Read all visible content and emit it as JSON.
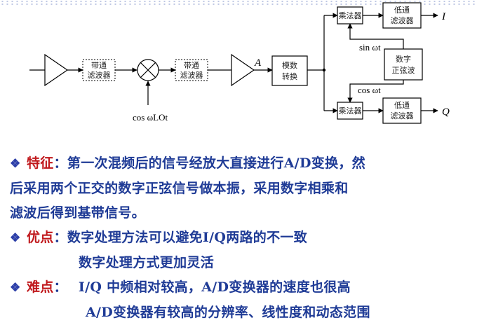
{
  "diagram": {
    "blocks": {
      "bpf1": [
        "带通",
        "滤波器"
      ],
      "bpf2": [
        "带通",
        "滤波器"
      ],
      "adc": [
        "模数",
        "转换"
      ],
      "mixer_top": "乘法器",
      "mixer_bottom": "乘法器",
      "lpf_top": [
        "低通",
        "滤波器"
      ],
      "lpf_bottom": [
        "低通",
        "滤波器"
      ],
      "nco": [
        "数字",
        "正弦波"
      ]
    },
    "labels": {
      "lo": "cos ωLOt",
      "point_a": "A",
      "sin": "sin ωt",
      "cos": "cos ωt",
      "out_i": "I",
      "out_q": "Q"
    }
  },
  "text": {
    "b1": {
      "key": "特征",
      "sep": "：",
      "line1": "第一次混频后的信号经放大直接进行A/D变换，然",
      "line2": "后采用两个正交的数字正弦信号做本振，采用数字相乘和",
      "line3": "滤波后得到基带信号。"
    },
    "b2": {
      "key": "优点",
      "sep": "：",
      "line1": "数字处理方法可以避免I/Q两路的不一致",
      "line2": "数字处理方式更加灵活"
    },
    "b3": {
      "key": "难点",
      "sep": "：",
      "line1": "I/Q 中频相对较高，A/D变换器的速度也很高",
      "line2": "A/D变换器有较高的分辨率、线性度和动态范围"
    },
    "bullet_glyph": "❖"
  },
  "colors": {
    "keyword": "#c0181c",
    "text": "#1f3b96",
    "bullet": "#2d3fa8"
  }
}
